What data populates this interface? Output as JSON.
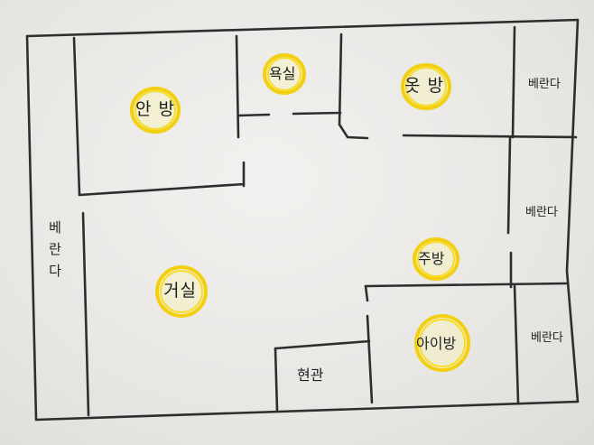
{
  "rooms": {
    "master_bedroom": "안 방",
    "bathroom": "욕실",
    "clothes_room": "옷 방",
    "living_room": "거실",
    "kitchen": "주방",
    "kids_room": "아이방",
    "entrance": "현관",
    "veranda_top": "베란다",
    "veranda_middle": "베란다",
    "veranda_bottom": "베란다",
    "veranda_left": "베란다"
  },
  "colors": {
    "highlight": "#f2cf10",
    "ink": "#2e2e2e",
    "paper": "#efeeec"
  }
}
